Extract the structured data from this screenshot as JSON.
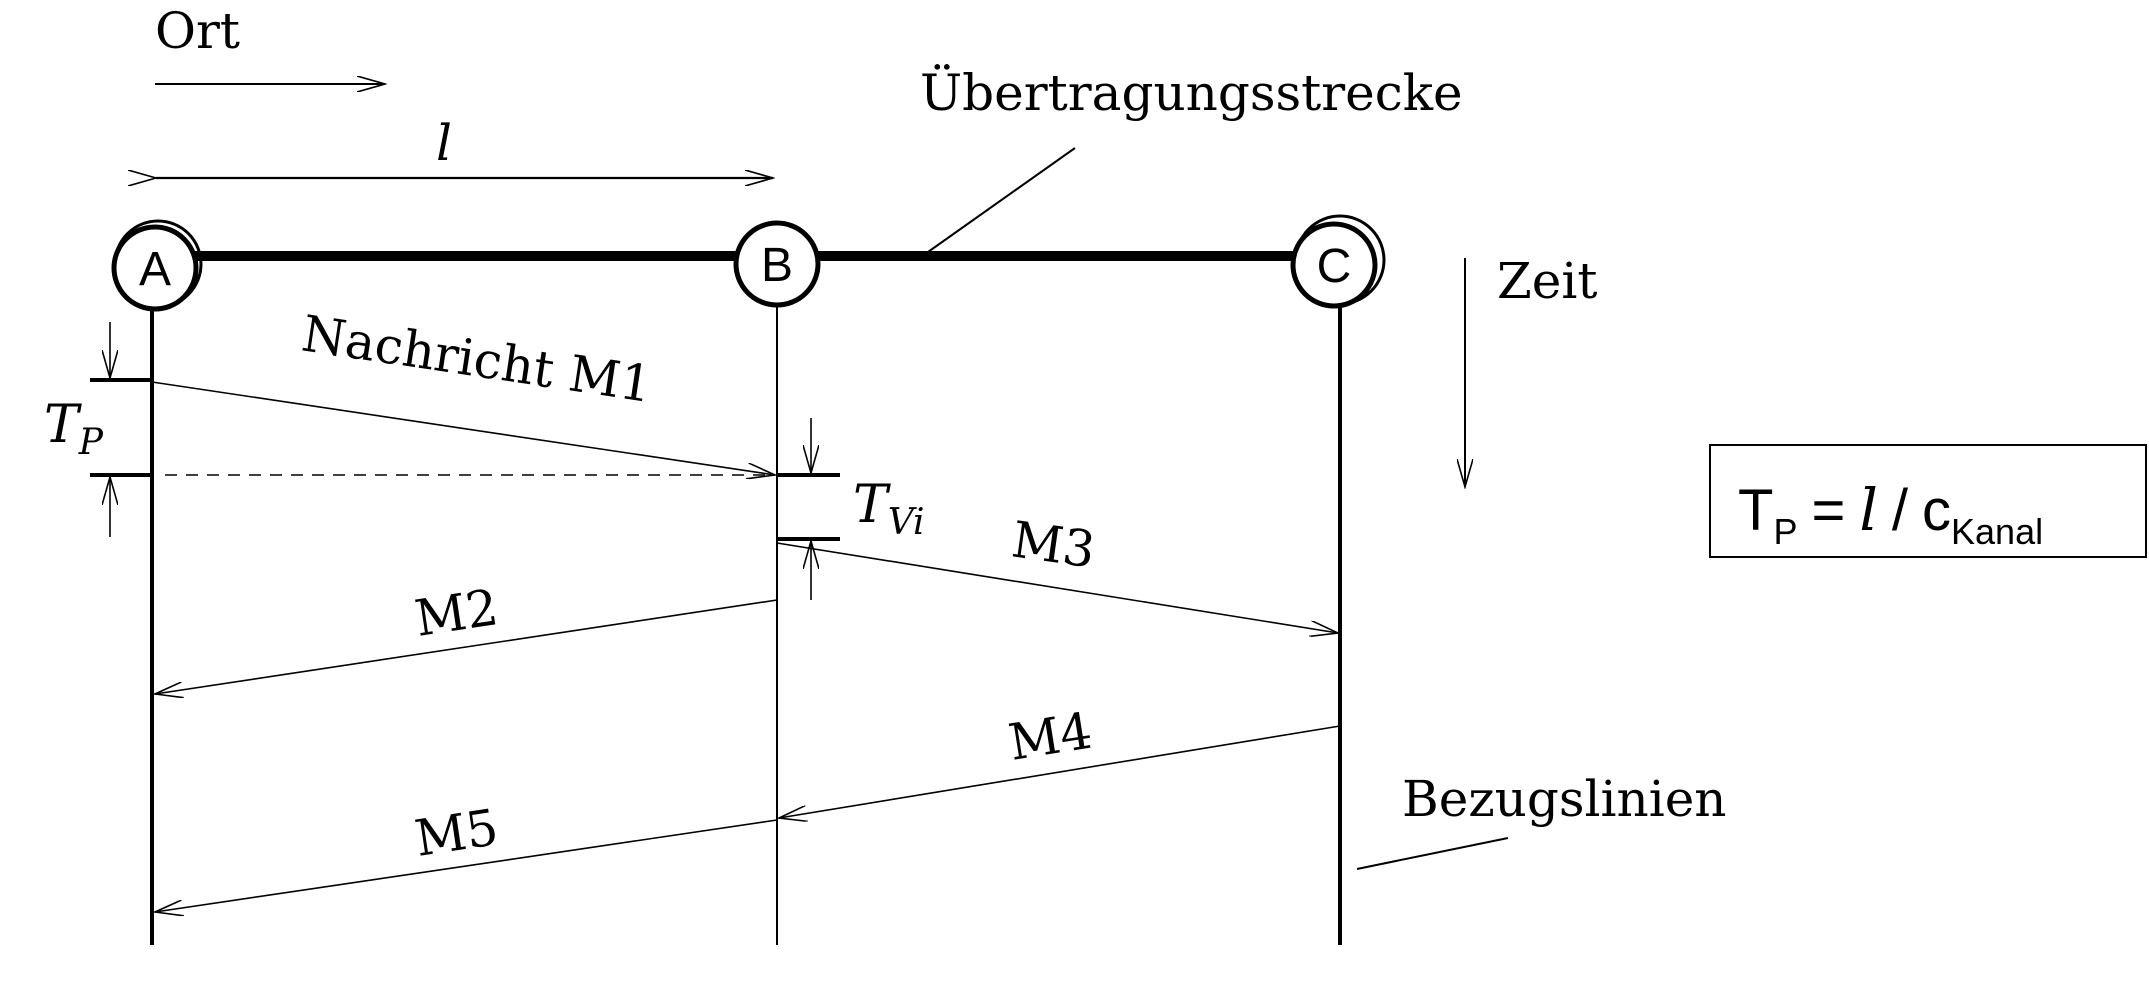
{
  "axes": {
    "space_label": "Ort",
    "time_label": "Zeit",
    "distance_label": "l"
  },
  "link_label": "Übertragungsstrecke",
  "reference_label": "Bezugslinien",
  "nodes": [
    {
      "id": "A",
      "label": "A"
    },
    {
      "id": "B",
      "label": "B"
    },
    {
      "id": "C",
      "label": "C"
    }
  ],
  "messages": [
    {
      "id": "M1",
      "label": "Nachricht M1",
      "from": "A",
      "to": "B"
    },
    {
      "id": "M2",
      "label": "M2",
      "from": "B",
      "to": "A"
    },
    {
      "id": "M3",
      "label": "M3",
      "from": "B",
      "to": "C"
    },
    {
      "id": "M4",
      "label": "M4",
      "from": "C",
      "to": "B"
    },
    {
      "id": "M5",
      "label": "M5",
      "from": "B",
      "to": "A"
    }
  ],
  "intervals": {
    "tp": {
      "main": "T",
      "sub": "P"
    },
    "tvi": {
      "main": "T",
      "sub": "Vi"
    }
  },
  "formula": {
    "lhs_main": "T",
    "lhs_sub": "P",
    "equals": "=",
    "var": "l",
    "slash": "/",
    "rhs_main": "c",
    "rhs_sub": "Kanal"
  }
}
